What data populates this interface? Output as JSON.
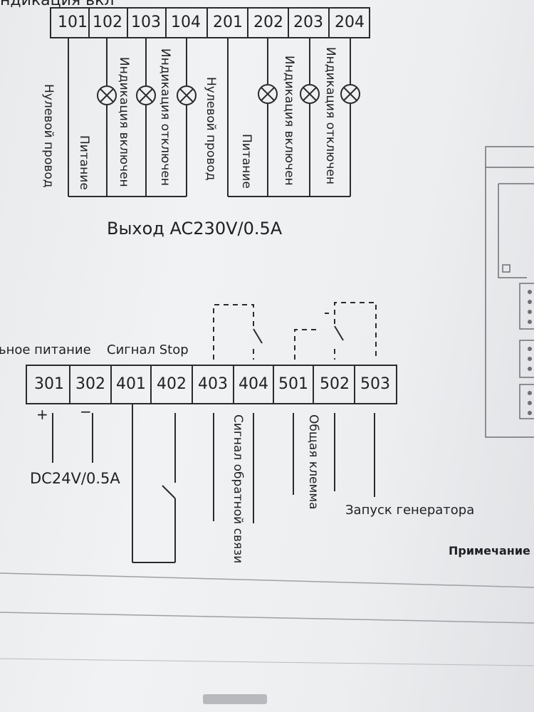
{
  "top_cut_label": "ндикация вкл",
  "terminals_top": [
    "101",
    "102",
    "103",
    "104",
    "201",
    "202",
    "203",
    "204"
  ],
  "top_wire_labels": {
    "neutral_1": "Нулевой провод",
    "power_1": "Питание",
    "ind_on_1": "Индикация включен",
    "ind_off_1": "Индикация отключен",
    "neutral_2": "Нулевой провод",
    "power_2": "Питание",
    "ind_on_2": "Индикация включен",
    "ind_off_2": "Индикация отключен"
  },
  "output_title": "Выход AC230V/0.5A",
  "left_caption_power": "ьное питание",
  "left_caption_stop": "Сигнал Stop",
  "terminals_bottom": [
    "301",
    "302",
    "401",
    "402",
    "403",
    "404",
    "501",
    "502",
    "503"
  ],
  "plus_sign": "+",
  "minus_sign": "−",
  "dc_label": "DC24V/0.5A",
  "bottom_wire_labels": {
    "feedback": "Сигнал обратной связи",
    "common": "Общая клемма"
  },
  "generator_label": "Запуск генератора",
  "note_label": "Примечание",
  "colors": {
    "ink": "#1f2023",
    "paper": "#eceef0"
  }
}
